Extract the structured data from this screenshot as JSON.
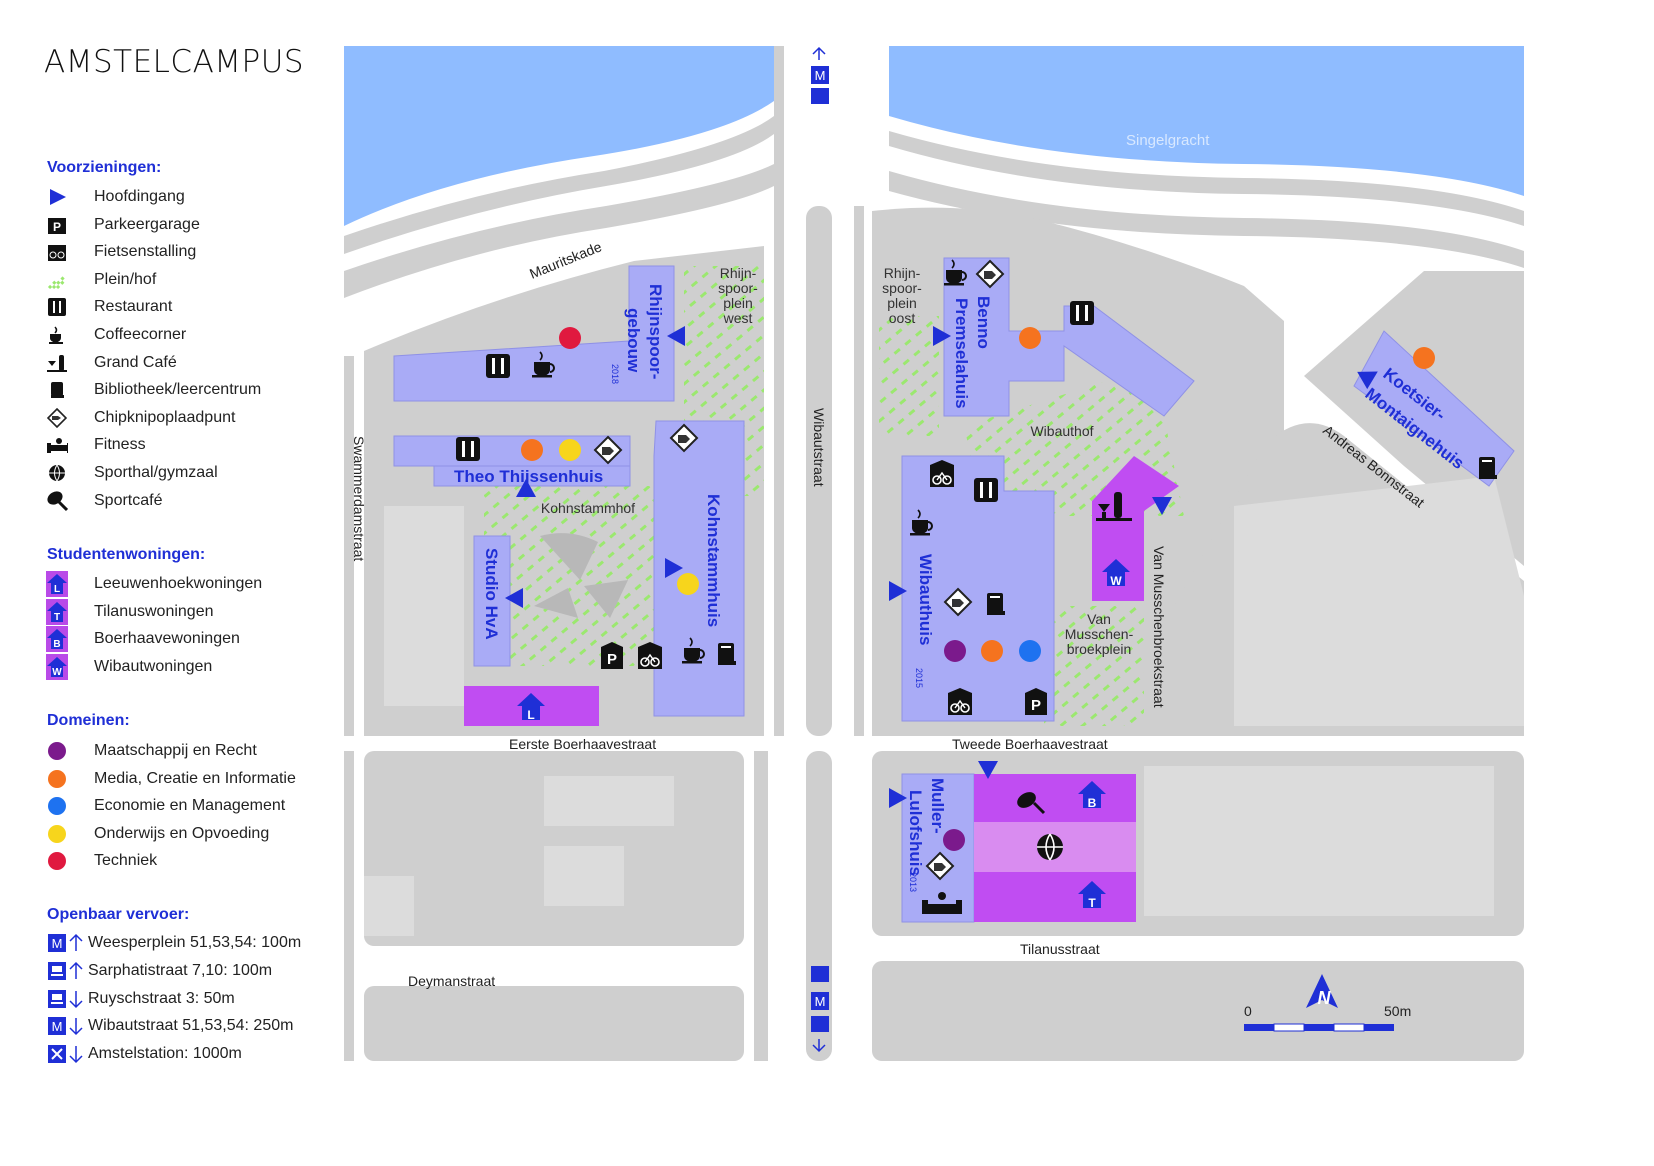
{
  "title": "AMSTELCAMPUS",
  "legend": {
    "voorzieningen": {
      "heading": "Voorzieningen:",
      "items": [
        {
          "icon": "entrance-triangle-icon",
          "label": "Hoofdingang"
        },
        {
          "icon": "parking-garage-icon",
          "label": "Parkeergarage"
        },
        {
          "icon": "bicycle-parking-icon",
          "label": "Fietsenstalling"
        },
        {
          "icon": "square-hatch-icon",
          "label": "Plein/hof"
        },
        {
          "icon": "restaurant-icon",
          "label": "Restaurant"
        },
        {
          "icon": "coffee-cup-icon",
          "label": "Coffeecorner"
        },
        {
          "icon": "grand-cafe-icon",
          "label": "Grand Café"
        },
        {
          "icon": "library-book-icon",
          "label": "Bibliotheek/leercentrum"
        },
        {
          "icon": "chipknip-icon",
          "label": "Chipknipoplaadpunt"
        },
        {
          "icon": "fitness-icon",
          "label": "Fitness"
        },
        {
          "icon": "sports-hall-icon",
          "label": "Sporthal/gymzaal"
        },
        {
          "icon": "sports-cafe-icon",
          "label": "Sportcafé"
        }
      ]
    },
    "studentenwoningen": {
      "heading": "Studentenwoningen:",
      "items": [
        {
          "letter": "L",
          "label": "Leeuwenhoekwoningen"
        },
        {
          "letter": "T",
          "label": "Tilanuswoningen"
        },
        {
          "letter": "B",
          "label": "Boerhaavewoningen"
        },
        {
          "letter": "W",
          "label": "Wibautwoningen"
        }
      ]
    },
    "domeinen": {
      "heading": "Domeinen:",
      "items": [
        {
          "color": "#7b1a8c",
          "label": "Maatschappij en Recht"
        },
        {
          "color": "#f5731f",
          "label": "Media, Creatie en Informatie"
        },
        {
          "color": "#1e72f0",
          "label": "Economie en Management"
        },
        {
          "color": "#f7d51c",
          "label": "Onderwijs en Opvoeding"
        },
        {
          "color": "#e0193f",
          "label": "Techniek"
        }
      ]
    },
    "ov": {
      "heading": "Openbaar vervoer:",
      "items": [
        {
          "icon": "metro-icon",
          "arrow": "up",
          "label": "Weesperplein 51,53,54: 100m"
        },
        {
          "icon": "tram-icon",
          "arrow": "up",
          "label": "Sarphatistraat 7,10: 100m"
        },
        {
          "icon": "tram-icon",
          "arrow": "down",
          "label": "Ruyschstraat 3: 50m"
        },
        {
          "icon": "metro-icon",
          "arrow": "down",
          "label": "Wibautstraat 51,53,54: 250m"
        },
        {
          "icon": "train-icon",
          "arrow": "down",
          "label": "Amstelstation: 1000m"
        }
      ]
    }
  },
  "map": {
    "colors": {
      "water": "#8fbcff",
      "street": "#ffffff",
      "block": "#cfcfcf",
      "building": "#a9abf6",
      "housing": "#c04df2",
      "label": "#1f2fd6"
    },
    "streets": {
      "mauritskade": "Mauritskade",
      "swammerdamstraat": "Swammerdamstraat",
      "wibautstraat": "Wibautstraat",
      "eerste_boerhaave": "Eerste Boerhaavestraat",
      "tweede_boerhaave": "Tweede Boerhaavestraat",
      "tilanusstraat": "Tilanusstraat",
      "deymanstraat": "Deymanstraat",
      "van_musschenbroek": "Van Musschenbroekstraat",
      "andreas_bonn": "Andreas Bonnstraat",
      "singelgracht": "Singelgracht"
    },
    "places": {
      "rhijnspoorplein_west": [
        "Rhijn-",
        "spoor-",
        "plein",
        "west"
      ],
      "rhijnspoorplein_oost": [
        "Rhijn-",
        "spoor-",
        "plein",
        "oost"
      ],
      "wibauthof": "Wibauthof",
      "kohnstammhof": "Kohnstammhof",
      "van_musschenbroekplein": [
        "Van",
        "Musschen-",
        "broekplein"
      ]
    },
    "buildings": {
      "rhijnspoorgebouw": [
        "Rhijnspoor-",
        "gebouw"
      ],
      "rhijnspoorgebouw_year": "2018",
      "theo_thijssenhuis": "Theo Thijssenhuis",
      "kohnstammhuis": "Kohnstammhuis",
      "studio_hva": "Studio HvA",
      "benno_premselahuis": [
        "Benno",
        "Premselahuis"
      ],
      "wibauthuis": "Wibauthuis",
      "wibauthuis_year": "2015",
      "koetsier_montaignehuis": [
        "Koetsier-",
        "Montaignehuis"
      ],
      "muller_lulofshuis": [
        "Muller-",
        "Lulofshuis"
      ],
      "muller_lulofshuis_year": "2013"
    },
    "housing_letters": {
      "leeuwenhoek": "L",
      "boerhaave": "B",
      "tilanus": "T",
      "wibaut": "W"
    },
    "scale": {
      "start": "0",
      "end": "50m"
    },
    "north": "N",
    "transit_top": {
      "metro": "M"
    },
    "transit_bottom": {
      "metro": "M"
    }
  }
}
